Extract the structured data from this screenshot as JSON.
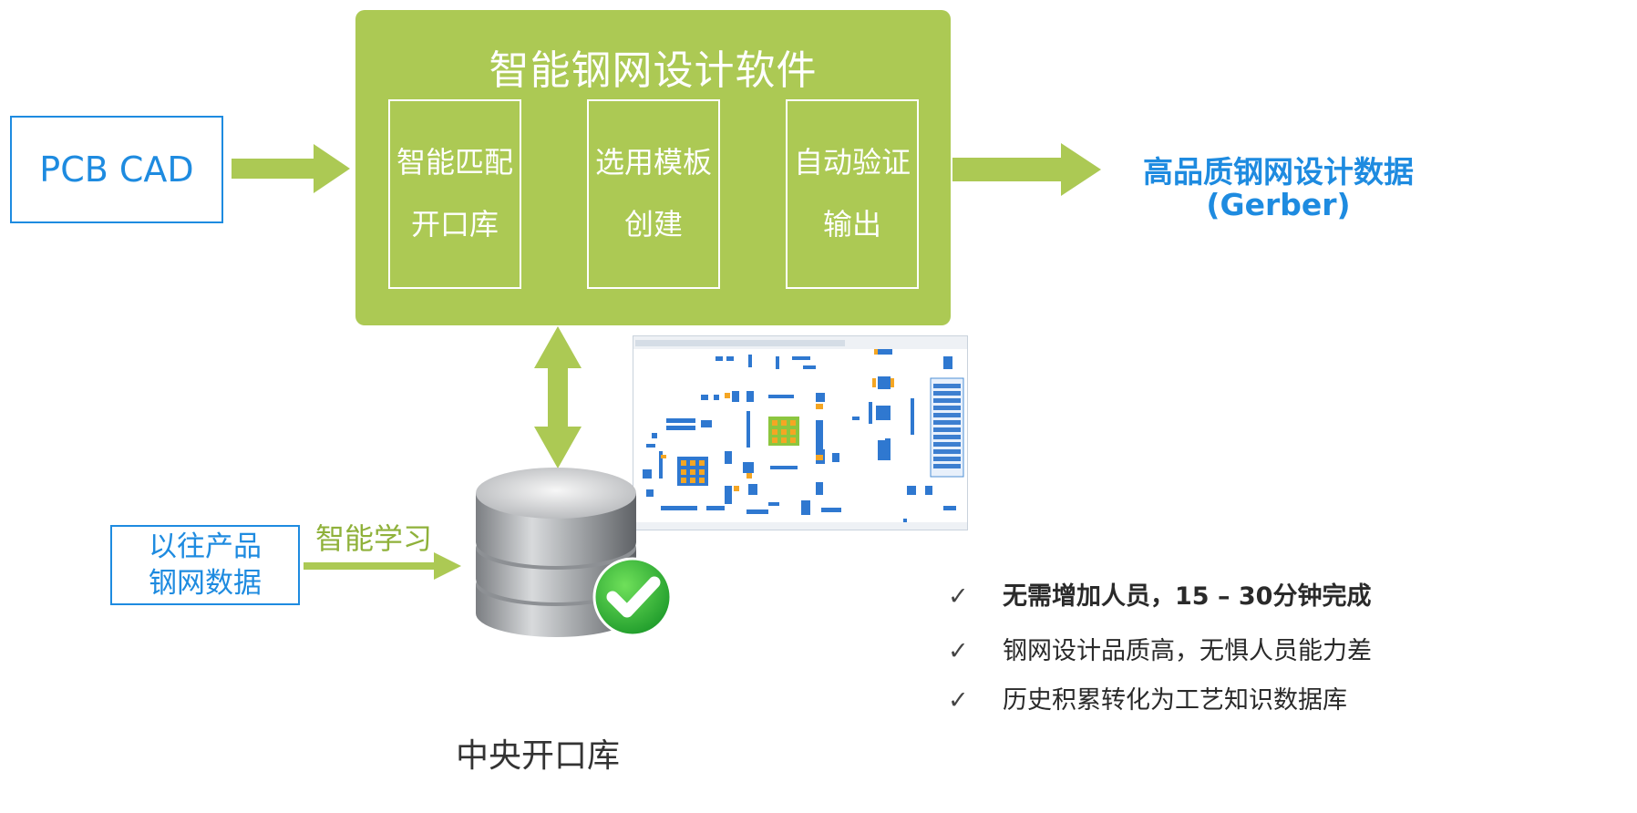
{
  "input": {
    "label": "PCB CAD"
  },
  "software": {
    "title": "智能钢网设计软件",
    "modules": [
      {
        "line1": "智能匹配",
        "line2": "开口库"
      },
      {
        "line1": "选用模板",
        "line2": "创建"
      },
      {
        "line1": "自动验证",
        "line2": "输出"
      }
    ]
  },
  "output": {
    "line1": "高品质钢网设计数据",
    "line2": "(Gerber)"
  },
  "history": {
    "line1": "以往产品",
    "line2": "钢网数据"
  },
  "learning_label": "智能学习",
  "database": {
    "label": "中央开口库",
    "badge_icon": "checkmark-icon"
  },
  "benefits": [
    {
      "text": "无需增加人员，15 – 30分钟完成",
      "bold": true
    },
    {
      "text": "钢网设计品质高，无惧人员能力差",
      "bold": false
    },
    {
      "text": "历史积累转化为工艺知识数据库",
      "bold": false
    }
  ],
  "check_mark": "✓",
  "colors": {
    "green": "#acc954",
    "blue": "#1e8be0",
    "badge_green": "#36b83a"
  }
}
